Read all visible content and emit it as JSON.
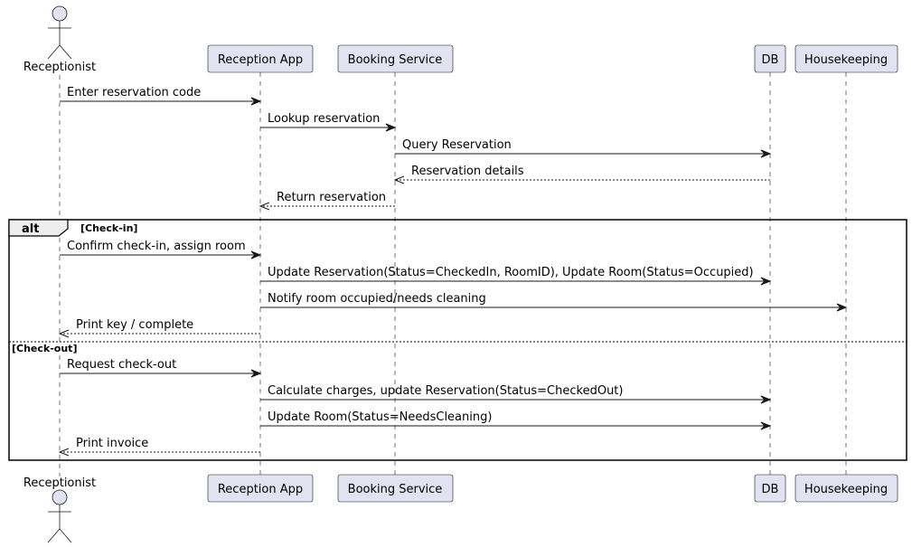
{
  "participants": {
    "receptionist": "Receptionist",
    "reception_app": "Reception App",
    "booking_service": "Booking Service",
    "db": "DB",
    "housekeeping": "Housekeeping"
  },
  "messages": [
    {
      "from": "receptionist",
      "to": "reception_app",
      "text": "Enter reservation code",
      "style": "solid"
    },
    {
      "from": "reception_app",
      "to": "booking_service",
      "text": "Lookup reservation",
      "style": "solid"
    },
    {
      "from": "booking_service",
      "to": "db",
      "text": "Query Reservation",
      "style": "solid"
    },
    {
      "from": "db",
      "to": "booking_service",
      "text": "Reservation details",
      "style": "dashed"
    },
    {
      "from": "booking_service",
      "to": "reception_app",
      "text": "Return reservation",
      "style": "dashed"
    },
    {
      "from": "receptionist",
      "to": "reception_app",
      "text": "Confirm check-in, assign room",
      "style": "solid"
    },
    {
      "from": "reception_app",
      "to": "db",
      "text": "Update Reservation(Status=CheckedIn, RoomID), Update Room(Status=Occupied)",
      "style": "solid"
    },
    {
      "from": "reception_app",
      "to": "housekeeping",
      "text": "Notify room occupied/needs cleaning",
      "style": "solid"
    },
    {
      "from": "reception_app",
      "to": "receptionist",
      "text": "Print key / complete",
      "style": "dashed"
    },
    {
      "from": "receptionist",
      "to": "reception_app",
      "text": "Request check-out",
      "style": "solid"
    },
    {
      "from": "reception_app",
      "to": "db",
      "text": "Calculate charges, update Reservation(Status=CheckedOut)",
      "style": "solid"
    },
    {
      "from": "reception_app",
      "to": "db",
      "text": "Update Room(Status=NeedsCleaning)",
      "style": "solid"
    },
    {
      "from": "reception_app",
      "to": "receptionist",
      "text": "Print invoice",
      "style": "dashed"
    }
  ],
  "alt_fragment": {
    "keyword": "alt",
    "guard_1": "[Check-in]",
    "guard_2": "[Check-out]"
  },
  "colors": {
    "participant_fill": "#E2E2F0",
    "line": "#181818"
  }
}
